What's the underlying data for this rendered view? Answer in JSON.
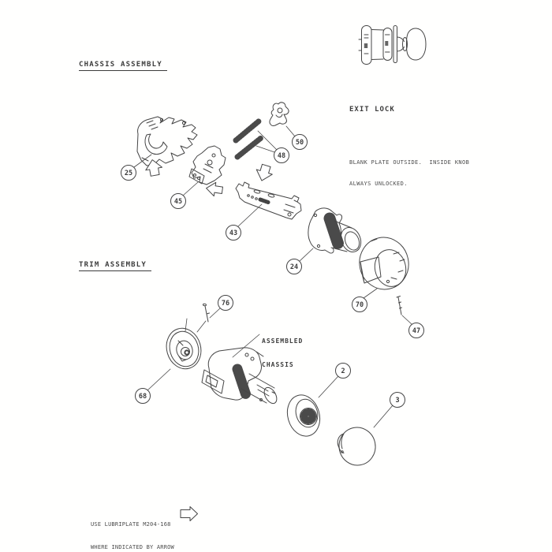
{
  "sections": {
    "chassis_title": "CHASSIS ASSEMBLY",
    "trim_title": "TRIM ASSEMBLY"
  },
  "exit_lock": {
    "title": "EXIT LOCK",
    "line1": "BLANK PLATE OUTSIDE.  INSIDE KNOB",
    "line2": "ALWAYS UNLOCKED."
  },
  "assembled_chassis_label": {
    "line1": "ASSEMBLED",
    "line2": "CHASSIS"
  },
  "footnote": {
    "line1": "USE LUBRIPLATE M204-168",
    "line2": "WHERE INDICATED BY ARROW"
  },
  "balloons": {
    "b25": "25",
    "b45": "45",
    "b48": "48",
    "b50": "50",
    "b43": "43",
    "b24": "24",
    "b70": "70",
    "b47": "47",
    "b76": "76",
    "b68": "68",
    "b2": "2",
    "b3": "3"
  },
  "colors": {
    "ink": "#424242",
    "background": "#fffffe"
  }
}
